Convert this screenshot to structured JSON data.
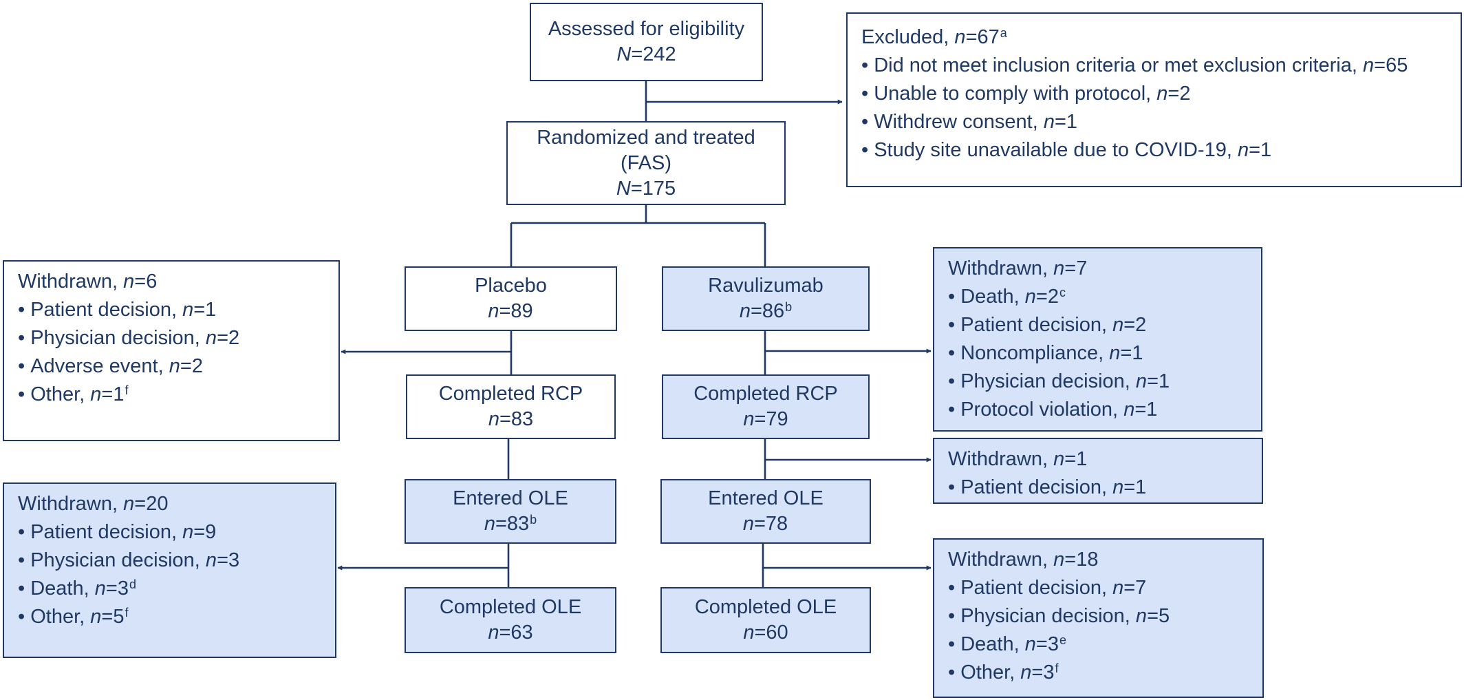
{
  "screening": {
    "assessed": {
      "label": "Assessed for eligibility",
      "n_label": "N",
      "n_value": "242"
    },
    "randomized": {
      "label_line1": "Randomized and treated",
      "label_line2": "(FAS)",
      "n_label": "N",
      "n_value": "175"
    },
    "excluded": {
      "title": "Excluded,",
      "n_label": "n",
      "n_value": "67",
      "footnote": "a",
      "items": [
        {
          "label": "Did not meet inclusion criteria or met exclusion criteria,",
          "n_label": "n",
          "n_value": "65"
        },
        {
          "label": "Unable to comply with protocol,",
          "n_label": "n",
          "n_value": "2"
        },
        {
          "label": "Withdrew consent,",
          "n_label": "n",
          "n_value": "1"
        },
        {
          "label": "Study site unavailable due to COVID-19,",
          "n_label": "n",
          "n_value": "1"
        }
      ]
    }
  },
  "placebo_arm": {
    "allocated": {
      "label": "Placebo",
      "n_label": "n",
      "n_value": "89",
      "footnote": ""
    },
    "completed_rcp": {
      "label": "Completed RCP",
      "n_label": "n",
      "n_value": "83"
    },
    "entered_ole": {
      "label": "Entered OLE",
      "n_label": "n",
      "n_value": "83",
      "footnote": "b"
    },
    "completed_ole": {
      "label": "Completed OLE",
      "n_label": "n",
      "n_value": "63"
    },
    "withdrawn_rcp": {
      "title": "Withdrawn,",
      "n_label": "n",
      "n_value": "6",
      "items": [
        {
          "label": "Patient decision,",
          "n_label": "n",
          "n_value": "1",
          "footnote": ""
        },
        {
          "label": "Physician decision,",
          "n_label": "n",
          "n_value": "2",
          "footnote": ""
        },
        {
          "label": "Adverse event,",
          "n_label": "n",
          "n_value": "2",
          "footnote": ""
        },
        {
          "label": "Other,",
          "n_label": "n",
          "n_value": "1",
          "footnote": "f"
        }
      ]
    },
    "withdrawn_ole": {
      "title": "Withdrawn,",
      "n_label": "n",
      "n_value": "20",
      "items": [
        {
          "label": "Patient decision,",
          "n_label": "n",
          "n_value": "9",
          "footnote": ""
        },
        {
          "label": "Physician decision,",
          "n_label": "n",
          "n_value": "3",
          "footnote": ""
        },
        {
          "label": "Death,",
          "n_label": "n",
          "n_value": "3",
          "footnote": "d"
        },
        {
          "label": "Other,",
          "n_label": "n",
          "n_value": "5",
          "footnote": "f"
        }
      ]
    }
  },
  "ravulizumab_arm": {
    "allocated": {
      "label": "Ravulizumab",
      "n_label": "n",
      "n_value": "86",
      "footnote": "b"
    },
    "completed_rcp": {
      "label": "Completed RCP",
      "n_label": "n",
      "n_value": "79"
    },
    "entered_ole": {
      "label": "Entered OLE",
      "n_label": "n",
      "n_value": "78",
      "footnote": ""
    },
    "completed_ole": {
      "label": "Completed OLE",
      "n_label": "n",
      "n_value": "60"
    },
    "withdrawn_rcp": {
      "title": "Withdrawn,",
      "n_label": "n",
      "n_value": "7",
      "items": [
        {
          "label": "Death,",
          "n_label": "n",
          "n_value": "2",
          "footnote": "c"
        },
        {
          "label": "Patient decision,",
          "n_label": "n",
          "n_value": "2",
          "footnote": ""
        },
        {
          "label": "Noncompliance,",
          "n_label": "n",
          "n_value": "1",
          "footnote": ""
        },
        {
          "label": "Physician decision,",
          "n_label": "n",
          "n_value": "1",
          "footnote": ""
        },
        {
          "label": "Protocol violation,",
          "n_label": "n",
          "n_value": "1",
          "footnote": ""
        }
      ]
    },
    "withdrawn_transition": {
      "title": "Withdrawn,",
      "n_label": "n",
      "n_value": "1",
      "items": [
        {
          "label": "Patient decision,",
          "n_label": "n",
          "n_value": "1",
          "footnote": ""
        }
      ]
    },
    "withdrawn_ole": {
      "title": "Withdrawn,",
      "n_label": "n",
      "n_value": "18",
      "items": [
        {
          "label": "Patient decision,",
          "n_label": "n",
          "n_value": "7",
          "footnote": ""
        },
        {
          "label": "Physician decision,",
          "n_label": "n",
          "n_value": "5",
          "footnote": ""
        },
        {
          "label": "Death,",
          "n_label": "n",
          "n_value": "3",
          "footnote": "e"
        },
        {
          "label": "Other,",
          "n_label": "n",
          "n_value": "3",
          "footnote": "f"
        }
      ]
    }
  },
  "colors": {
    "line": "#1f3864",
    "text": "#1f3864",
    "box_fill_white": "#ffffff",
    "box_fill_blue": "#d6e3f8"
  }
}
